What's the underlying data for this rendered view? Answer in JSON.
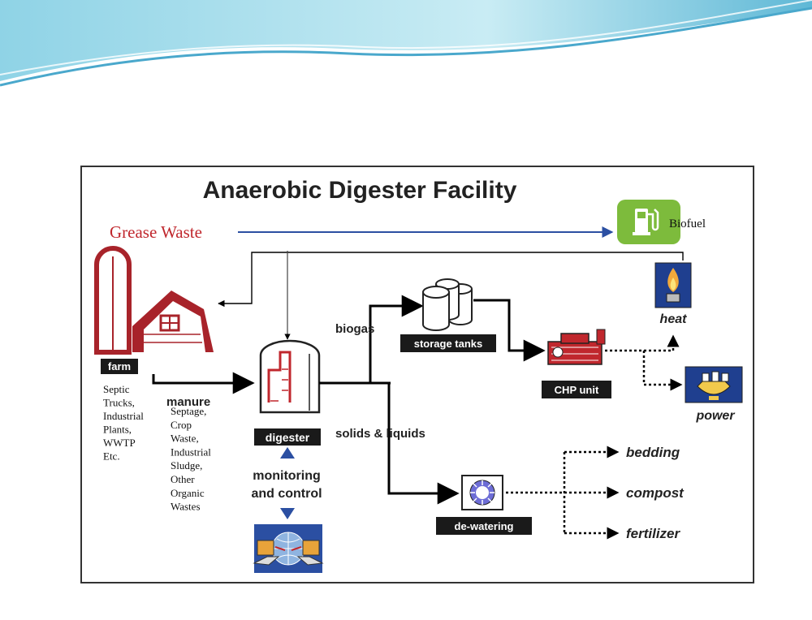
{
  "title": "Anaerobic Digester Facility",
  "grease_waste": "Grease Waste",
  "biofuel": "Biofuel",
  "labels": {
    "farm": "farm",
    "manure": "manure",
    "digester": "digester",
    "biogas": "biogas",
    "storage_tanks": "storage tanks",
    "chp_unit": "CHP unit",
    "heat": "heat",
    "power": "power",
    "solids_liquids": "solids & liquids",
    "monitoring_1": "monitoring",
    "monitoring_2": "and control",
    "dewatering": "de-watering",
    "bedding": "bedding",
    "compost": "compost",
    "fertilizer": "fertilizer"
  },
  "septic_lines": [
    "Septic",
    "Trucks,",
    "Industrial",
    "Plants,",
    "WWTP",
    "Etc."
  ],
  "septage_lines": [
    "Septage,",
    "Crop",
    "Waste,",
    "Industrial",
    "Sludge,",
    "Other",
    "Organic",
    "Wastes"
  ],
  "colors": {
    "grease_text": "#c0272d",
    "grease_arrow": "#2b4fa2",
    "farm_red": "#a8232a",
    "biofuel_green": "#7dbb3c",
    "monitor_blue": "#2b4fa2",
    "heat_blue": "#1f3f8f"
  },
  "icons": [
    "farm-barn-icon",
    "digester-tank-icon",
    "storage-tanks-icon",
    "chp-engine-icon",
    "flame-icon",
    "power-bulb-icon",
    "dewatering-icon",
    "computers-icon",
    "fuel-pump-icon"
  ]
}
